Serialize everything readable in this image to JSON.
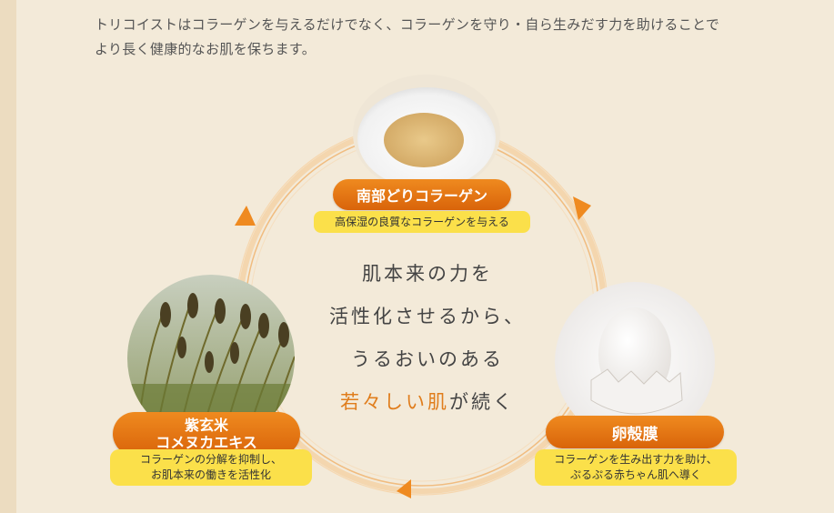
{
  "intro": {
    "line1": "トリコイストはコラーゲンを与えるだけでなく、コラーゲンを守り・自ら生みだす力を助けることで",
    "line2": "より長く健康的なお肌を保ちます。"
  },
  "center": {
    "line1": "肌本来の力を",
    "line2": "活性化させるから、",
    "line3": "うるおいのある",
    "line4_highlight": "若々しい肌",
    "line4_rest": "が続く"
  },
  "items": {
    "nanbu": {
      "title": "南部どりコラーゲン",
      "desc": "高保湿の良質なコラーゲンを与える"
    },
    "rice": {
      "title_line1": "紫玄米",
      "title_line2": "コメヌカエキス",
      "desc_line1": "コラーゲンの分解を抑制し、",
      "desc_line2": "お肌本来の働きを活性化"
    },
    "egg": {
      "title": "卵殻膜",
      "desc_line1": "コラーゲンを生み出す力を助け、",
      "desc_line2": "ぷるぷる赤ちゃん肌へ導く"
    }
  },
  "colors": {
    "accent": "#e07d1c",
    "pill": "#e8761a",
    "sub_bg": "#fbe04a",
    "background": "#f3ead9"
  }
}
